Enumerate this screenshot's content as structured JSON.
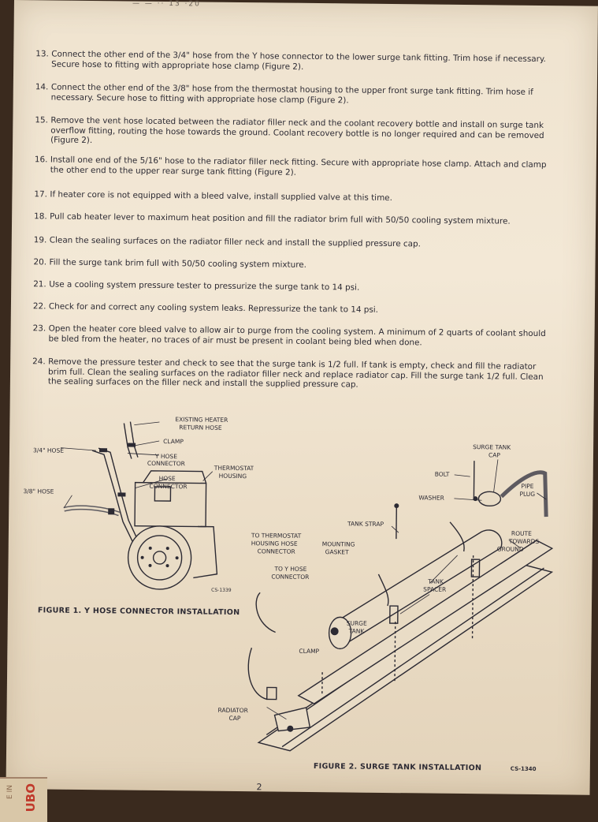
{
  "header": {
    "faded_text": "— — ·· 13 ·20"
  },
  "steps": [
    {
      "num": "13.",
      "text": "Connect the other end of the 3/4\" hose from the Y hose connector to the lower surge tank fitting. Trim hose if necessary. Secure hose to fitting with appropriate hose clamp (Figure 2)."
    },
    {
      "num": "14.",
      "text": "Connect the other end of the 3/8\" hose from the thermostat housing to the upper front surge tank fitting. Trim hose if necessary. Secure hose to fitting with appropriate hose clamp (Figure 2)."
    },
    {
      "num": "15.",
      "text": "Remove the vent hose located between the radiator filler neck and the coolant recovery bottle and install on surge tank overflow fitting, routing the hose towards the ground. Coolant recovery bottle is no longer required and can be removed (Figure 2)."
    },
    {
      "num": "16.",
      "text": "Install one end of the 5/16\" hose to the radiator filler neck fitting. Secure with appropriate hose clamp. Attach and clamp the other end to the upper rear surge tank fitting (Figure 2)."
    },
    {
      "num": "17.",
      "text": "If heater core is not equipped with a bleed valve, install supplied valve at this time."
    },
    {
      "num": "18.",
      "text": "Pull cab heater lever to maximum heat position and fill the radiator brim full with 50/50 cooling system mixture."
    },
    {
      "num": "19.",
      "text": "Clean the sealing surfaces on the radiator filler neck and install the supplied pressure cap."
    },
    {
      "num": "20.",
      "text": "Fill the surge tank brim full with 50/50 cooling system mixture."
    },
    {
      "num": "21.",
      "text": "Use a cooling system pressure tester to pressurize the surge tank to 14 psi."
    },
    {
      "num": "22.",
      "text": "Check for and correct any cooling system leaks. Repressurize the tank to 14 psi."
    },
    {
      "num": "23.",
      "text": "Open the heater core bleed valve to allow air to purge from the cooling system. A minimum of 2 quarts of coolant should be bled from the heater, no traces of air must be present in coolant being bled when done."
    },
    {
      "num": "24.",
      "text": "Remove the pressure tester and check to see that the surge tank is 1/2 full. If tank is empty, check and fill the radiator brim full. Clean the sealing surfaces on the radiator filler neck and replace radiator cap. Fill the surge tank 1/2 full. Clean the sealing surfaces on the filler neck and install the supplied pressure cap."
    }
  ],
  "figure1": {
    "labels": {
      "existing_heater": "EXISTING HEATER",
      "return_hose": "RETURN HOSE",
      "clamp": "CLAMP",
      "hose_34": "3/4\" HOSE",
      "y_hose": "Y HOSE",
      "connector": "CONNECTOR",
      "hose": "HOSE",
      "connector2": "CONNECTOR",
      "thermostat": "THERMOSTAT",
      "housing": "HOUSING",
      "hose_38": "3/8\" HOSE",
      "code": "CS-1339"
    },
    "caption": "FIGURE 1. Y HOSE CONNECTOR INSTALLATION"
  },
  "figure2": {
    "labels": {
      "surge_tank_cap_1": "SURGE TANK",
      "surge_tank_cap_2": "CAP",
      "bolt": "BOLT",
      "washer": "WASHER",
      "pipe": "PIPE",
      "plug": "PLUG",
      "tank_strap": "TANK STRAP",
      "route": "ROUTE",
      "towards": "TOWARDS",
      "ground": "GROUND",
      "to_thermostat_1": "TO THERMOSTAT",
      "to_thermostat_2": "HOUSING HOSE",
      "to_thermostat_3": "CONNECTOR",
      "mounting": "MOUNTING",
      "gasket": "GASKET",
      "to_y_hose_1": "TO Y HOSE",
      "to_y_hose_2": "CONNECTOR",
      "tank": "TANK",
      "spacer": "SPACER",
      "surge": "SURGE",
      "tank2": "TANK",
      "clamp": "CLAMP",
      "radiator": "RADIATOR",
      "cap": "CAP"
    },
    "caption": "FIGURE 2. SURGE TANK INSTALLATION",
    "code": "CS-1340"
  },
  "page_number": "2",
  "box_stamp": "UBO",
  "box_small": "E IN"
}
